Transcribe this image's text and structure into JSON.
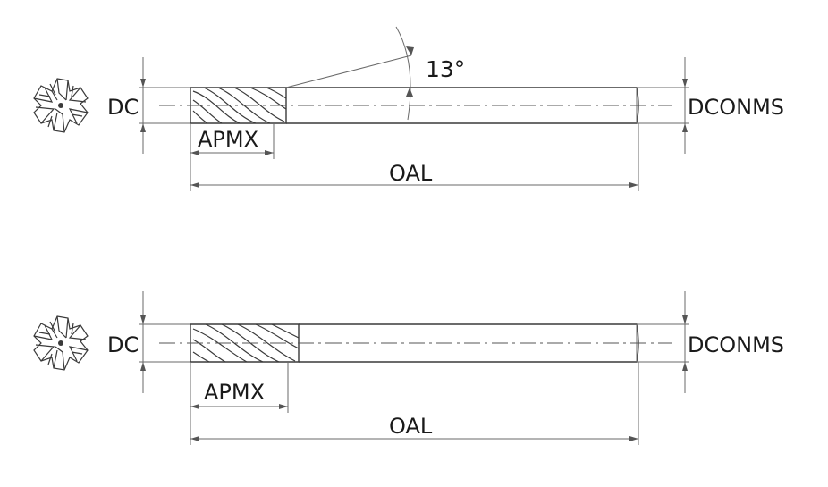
{
  "tool_1": {
    "label_dc": "DC",
    "label_dconms": "DCONMS",
    "label_apmx": "APMX",
    "label_oal": "OAL",
    "label_angle": "13°"
  },
  "tool_2": {
    "label_dc": "DC",
    "label_dconms": "DCONMS",
    "label_apmx": "APMX",
    "label_oal": "OAL"
  }
}
